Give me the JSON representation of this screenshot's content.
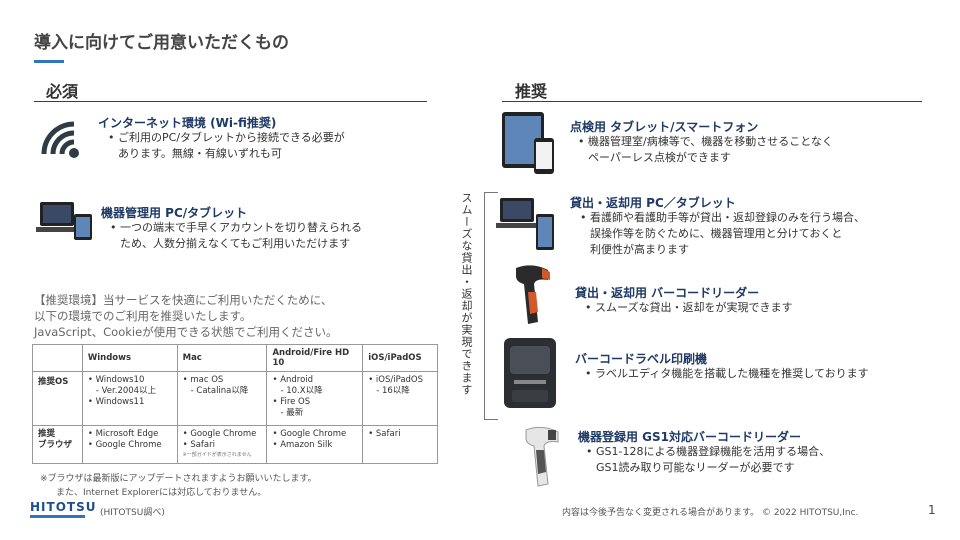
{
  "page": {
    "title": "導入に向けてご用意いただくもの"
  },
  "required": {
    "heading": "必須",
    "internet": {
      "title": "インターネット環境 (Wi-fi推奨)",
      "bullet": "ご利用のPC/タブレットから接続できる必要が",
      "bullet_cont": "あります。無線・有線いずれも可"
    },
    "pc": {
      "title": "機器管理用 PC/タブレット",
      "bullet": "一つの端末で手早くアカウントを切り替えられる",
      "bullet_cont": "ため、人数分揃えなくてもご利用いただけます"
    },
    "env_note": [
      "【推奨環境】当サービスを快適にご利用いただくために、",
      "以下の環境でのご利用を推奨いたします。",
      "JavaScript、Cookieが使用できる状態でご利用ください。"
    ],
    "table": {
      "headers": [
        "",
        "Windows",
        "Mac",
        "Android/Fire HD 10",
        "iOS/iPadOS"
      ],
      "os_label": "推奨OS",
      "os": {
        "windows": [
          "Windows10",
          "- Ver.2004以上",
          "Windows11"
        ],
        "mac": [
          "mac OS",
          "- Catalina以降"
        ],
        "android": [
          "Android",
          "- 10.X以降",
          "Fire OS",
          "- 最新"
        ],
        "ios": [
          "iOS/iPadOS",
          "- 16以降"
        ]
      },
      "browser_label_1": "推奨",
      "browser_label_2": "ブラウザ",
      "browser": {
        "windows": [
          "Microsoft Edge",
          "Google Chrome"
        ],
        "mac": [
          "Google Chrome",
          "Safari"
        ],
        "mac_note": "※一部ガイドが表示されません",
        "android": [
          "Google Chrome",
          "Amazon Silk"
        ],
        "ios": [
          "Safari"
        ]
      }
    },
    "footnote_1": "※ブラウザは最新版にアップデートされますようお願いいたします。",
    "footnote_2": "また、Internet Explorerには対応しておりません。"
  },
  "recommended": {
    "heading": "推奨",
    "vertical_label": "スムーズな貸出・返却が実現できます",
    "items": [
      {
        "title": "点検用 タブレット/スマートフォン",
        "bullet": "機器管理室/病棟等で、機器を移動させることなく",
        "cont": [
          "ペーパーレス点検ができます"
        ]
      },
      {
        "title": "貸出・返却用 PC／タブレット",
        "bullet": "看護師や看護助手等が貸出・返却登録のみを行う場合、",
        "cont": [
          "誤操作等を防ぐために、機器管理用と分けておくと",
          "利便性が高まります"
        ]
      },
      {
        "title": "貸出・返却用 バーコードリーダー",
        "bullet": "スムーズな貸出・返却をが実現できます",
        "cont": []
      },
      {
        "title": "バーコードラベル印刷機",
        "bullet": "ラベルエディタ機能を搭載した機種を推奨しております",
        "cont": []
      },
      {
        "title": "機器登録用 GS1対応バーコードリーダー",
        "bullet": "GS1-128による機器登録機能を活用する場合、",
        "cont": [
          "GS1読み取り可能なリーダーが必要です"
        ]
      }
    ]
  },
  "footer": {
    "logo": "HITOTSU",
    "source": "(HITOTSU調べ)",
    "copyright": "内容は今後予告なく変更される場合があります。 © 2022 HITOTSU,Inc.",
    "page_number": "1"
  },
  "colors": {
    "accent": "#2f75c0",
    "title_blue": "#1f3a64",
    "rule": "#2b3e63"
  }
}
